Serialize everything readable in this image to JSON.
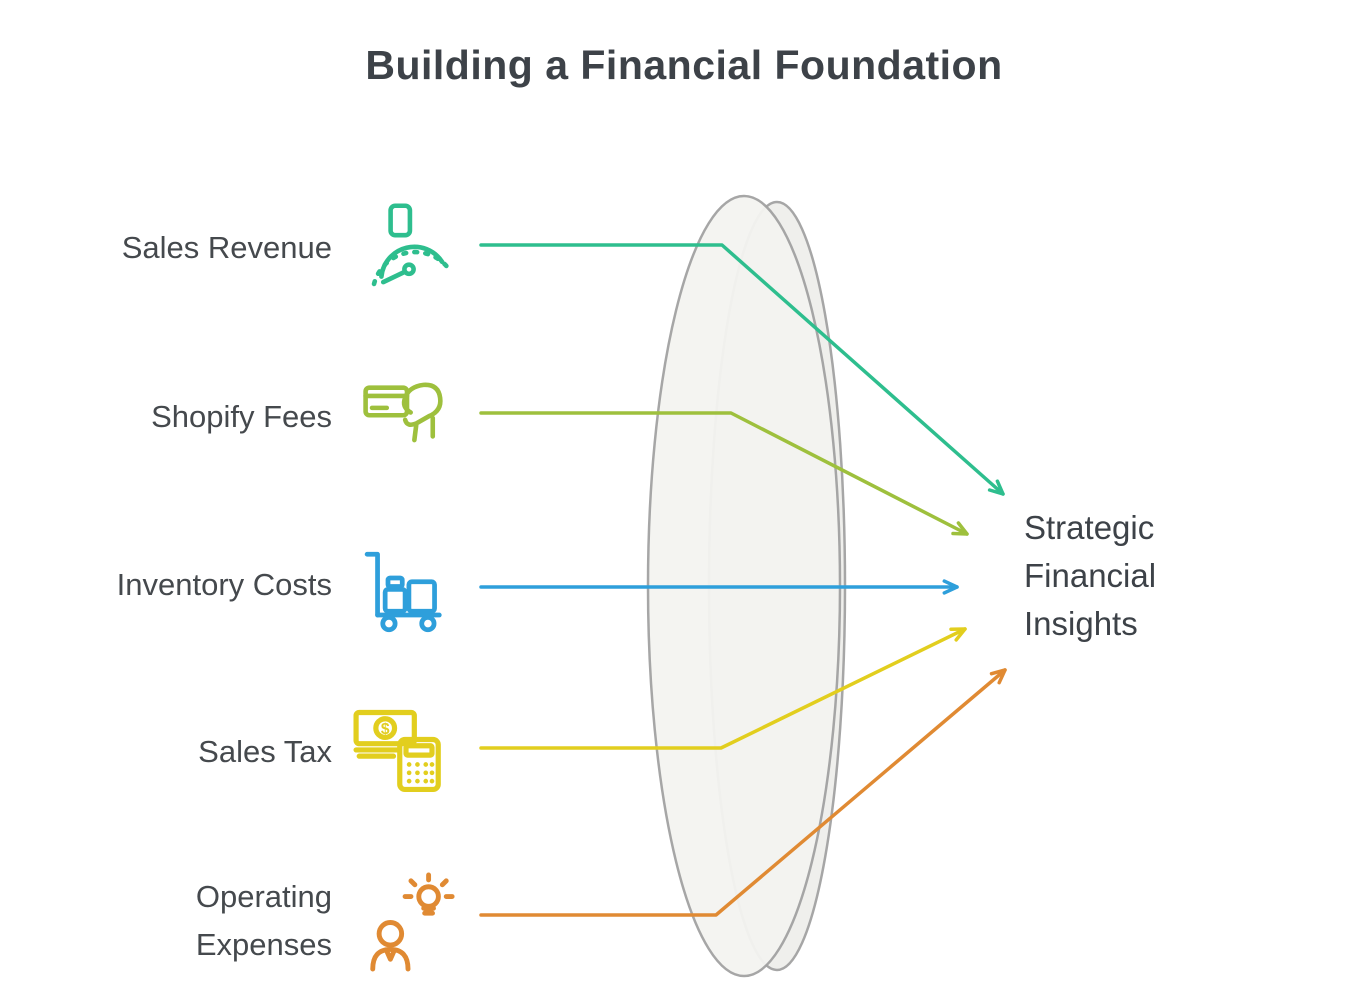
{
  "title": "Building a Financial Foundation",
  "inputs": [
    {
      "label": "Sales Revenue",
      "icon": "cash-register-gauge-icon",
      "color": "#2EBE8E"
    },
    {
      "label": "Shopify Fees",
      "icon": "hand-holding-card-icon",
      "color": "#9EC03D"
    },
    {
      "label": "Inventory Costs",
      "icon": "luggage-cart-icon",
      "color": "#2E9FDB"
    },
    {
      "label": "Sales Tax",
      "icon": "banknote-calculator-icon",
      "color": "#E2CE1E",
      "symbol": "$"
    },
    {
      "label": "Operating Expenses",
      "icon": "person-idea-icon",
      "color": "#E08A33"
    }
  ],
  "output": {
    "label": "Strategic Financial Insights"
  },
  "lens": {
    "front_fill": "#F4F4F1",
    "back_fill": "#EFEFEC",
    "stroke": "#A2A2A2"
  }
}
